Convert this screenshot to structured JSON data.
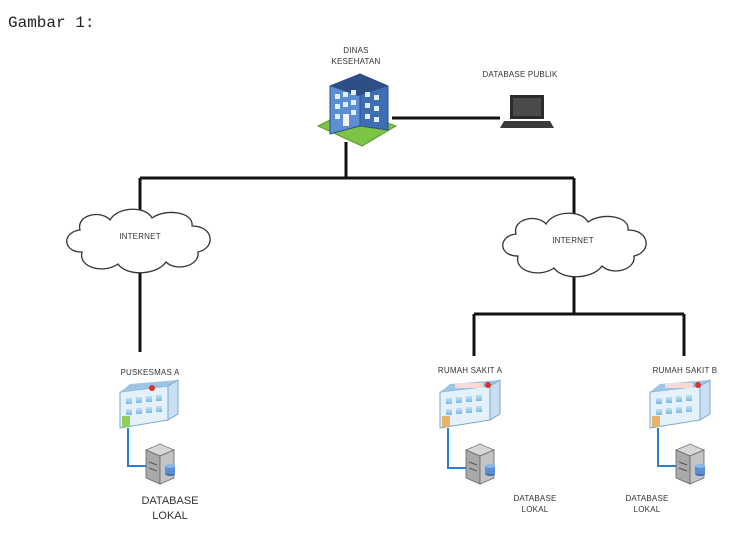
{
  "caption": "Gambar 1:",
  "nodes": {
    "dinas": {
      "label": "DINAS\nKESEHATAN",
      "icon": "office-building-icon"
    },
    "db_publik": {
      "label": "DATABASE PUBLIK",
      "icon": "laptop-icon"
    },
    "internet_left": {
      "label": "INTERNET",
      "icon": "cloud-icon"
    },
    "internet_right": {
      "label": "INTERNET",
      "icon": "cloud-icon"
    },
    "puskesmas_a": {
      "label": "PUSKESMAS A",
      "icon": "clinic-building-icon"
    },
    "rumah_sakit_a": {
      "label": "RUMAH SAKIT A",
      "icon": "hospital-building-icon"
    },
    "rumah_sakit_b": {
      "label": "RUMAH SAKIT B",
      "icon": "hospital-building-icon"
    },
    "db_lokal_1": {
      "label": "DATABASE\nLOKAL",
      "icon": "server-icon"
    },
    "db_lokal_2": {
      "label": "DATABASE\nLOKAL",
      "icon": "server-icon"
    },
    "db_lokal_3": {
      "label": "DATABASE\nLOKAL",
      "icon": "server-icon"
    }
  },
  "colors": {
    "line": "#111111",
    "local_link": "#2a7fd1",
    "cloud_stroke": "#333333",
    "building_blue": "#3f6fb3",
    "grass": "#7cc443"
  }
}
